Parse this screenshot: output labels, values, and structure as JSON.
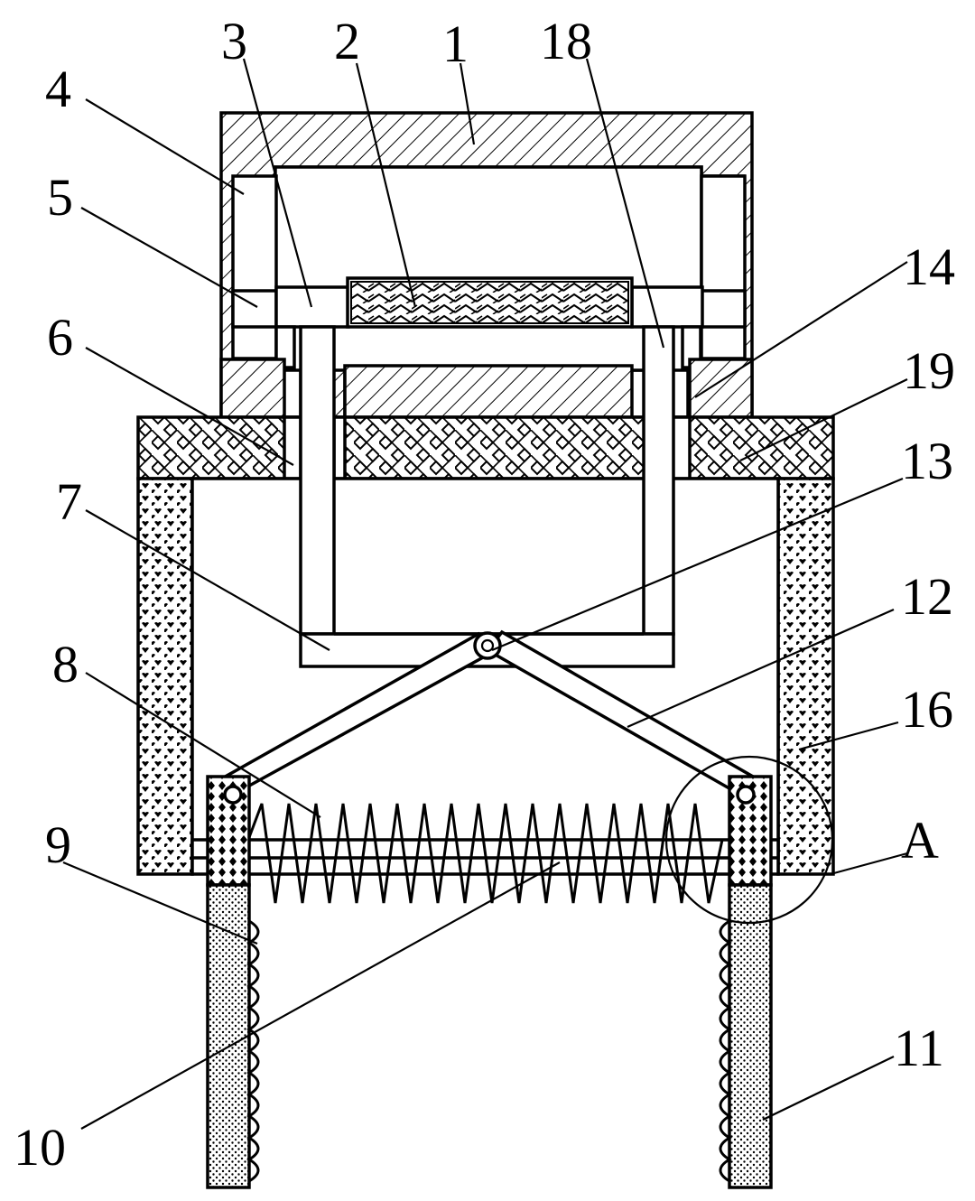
{
  "labels": {
    "l1": "1",
    "l2": "2",
    "l3": "3",
    "l4": "4",
    "l5": "5",
    "l6": "6",
    "l7": "7",
    "l8": "8",
    "l9": "9",
    "l10": "10",
    "l11": "11",
    "l12": "12",
    "l13": "13",
    "l14": "14",
    "l16": "16",
    "l18": "18",
    "l19": "19",
    "lA": "A"
  }
}
